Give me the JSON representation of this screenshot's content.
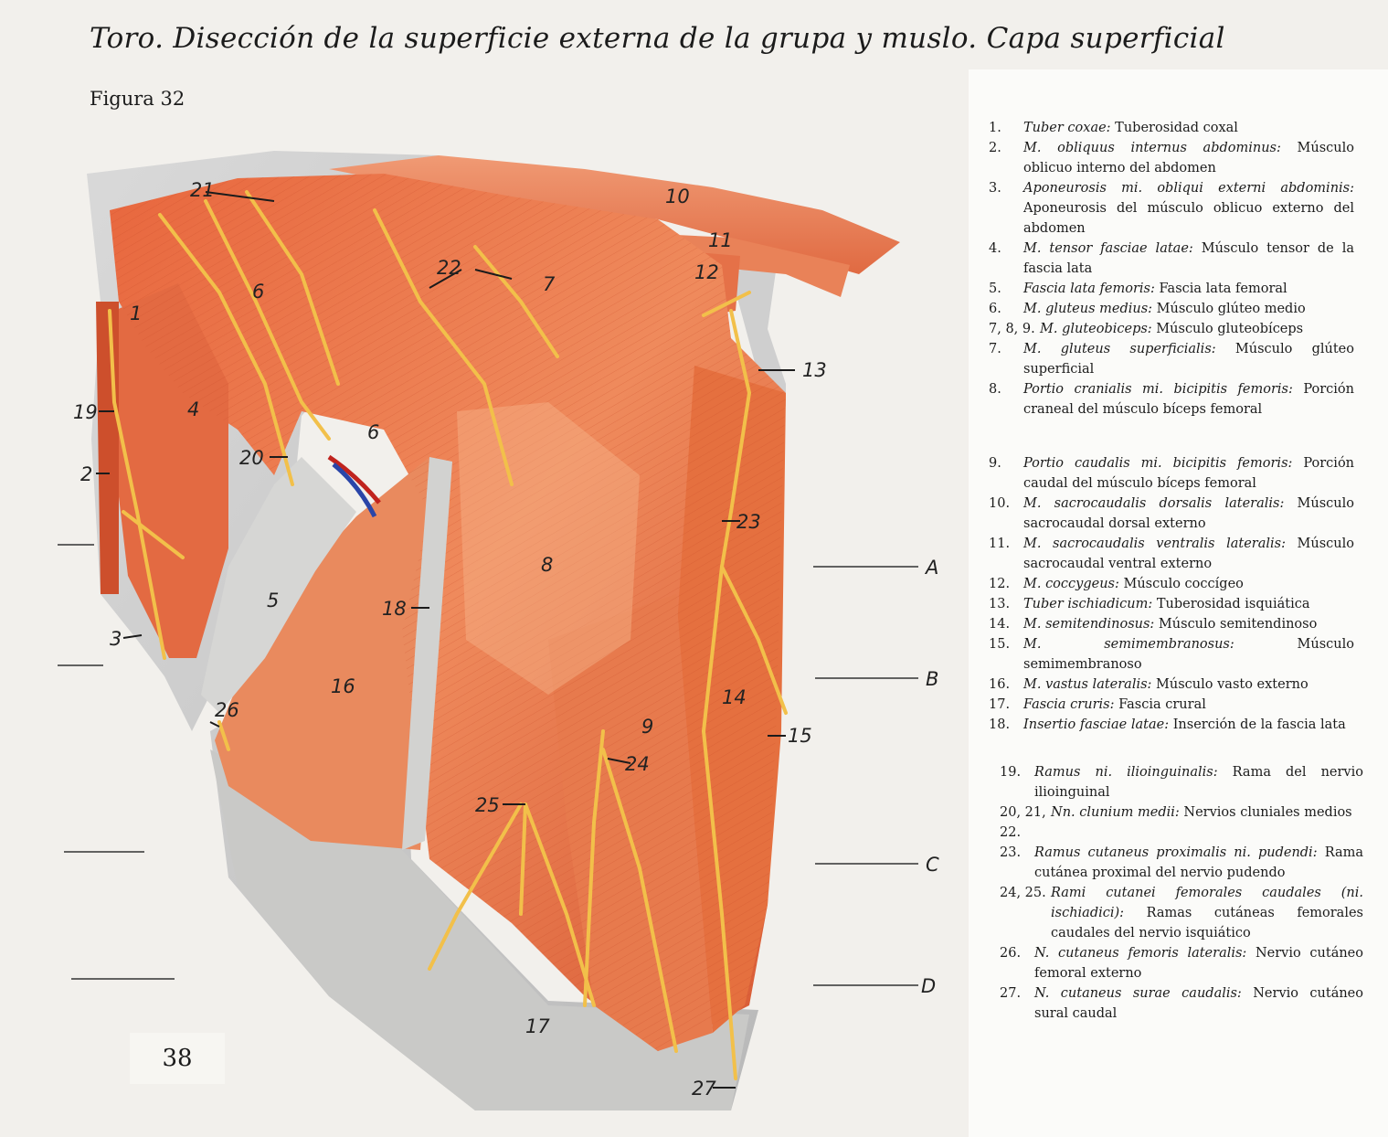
{
  "title": "Toro. Disección de la superficie externa de la grupa y muslo. Capa superficial",
  "figure_label": "Figura 32",
  "page_number": "38",
  "section_letters": [
    "A",
    "B",
    "C",
    "D"
  ],
  "diagram_labels": [
    "1",
    "2",
    "3",
    "4",
    "5",
    "6",
    "6",
    "7",
    "8",
    "9",
    "10",
    "11",
    "12",
    "13",
    "14",
    "15",
    "16",
    "17",
    "18",
    "19",
    "20",
    "21",
    "22",
    "23",
    "24",
    "25",
    "26",
    "27"
  ],
  "legend_group1": [
    {
      "num": "1.",
      "latin": "Tuber coxae:",
      "text": "Tuberosidad coxal"
    },
    {
      "num": "2.",
      "latin": "M. obliquus internus abdominus:",
      "text": "Músculo oblicuo interno del abdomen"
    },
    {
      "num": "3.",
      "latin": "Aponeurosis mi. obliqui externi abdominis:",
      "text": "Aponeurosis del músculo oblicuo externo del abdomen"
    },
    {
      "num": "4.",
      "latin": "M. tensor fasciae latae:",
      "text": "Músculo tensor de la fascia lata"
    },
    {
      "num": "5.",
      "latin": "Fascia lata femoris:",
      "text": "Fascia lata femoral"
    },
    {
      "num": "6.",
      "latin": "M. gluteus medius:",
      "text": "Músculo glúteo medio"
    },
    {
      "num": "7, 8, 9.",
      "latin": "M. gluteobiceps:",
      "text": "Músculo gluteobíceps"
    },
    {
      "num": "7.",
      "latin": "M. gluteus superficialis:",
      "text": "Músculo glúteo superficial"
    },
    {
      "num": "8.",
      "latin": "Portio cranialis mi. bicipitis femoris:",
      "text": "Porción craneal del músculo bíceps femoral"
    }
  ],
  "legend_group2": [
    {
      "num": "9.",
      "latin": "Portio caudalis mi. bicipitis femoris:",
      "text": "Porción caudal del músculo bíceps femoral"
    },
    {
      "num": "10.",
      "latin": "M. sacrocaudalis dorsalis lateralis:",
      "text": "Músculo sacrocaudal dorsal externo"
    },
    {
      "num": "11.",
      "latin": "M. sacrocaudalis ventralis lateralis:",
      "text": "Músculo sacrocaudal ventral externo"
    },
    {
      "num": "12.",
      "latin": "M. coccygeus:",
      "text": "Músculo coccígeo"
    },
    {
      "num": "13.",
      "latin": "Tuber ischiadicum:",
      "text": "Tuberosidad isquiática"
    },
    {
      "num": "14.",
      "latin": "M. semitendinosus:",
      "text": "Músculo semitendinoso"
    },
    {
      "num": "15.",
      "latin": "M. semimembranosus:",
      "text": "Músculo semimembranoso"
    },
    {
      "num": "16.",
      "latin": "M. vastus lateralis:",
      "text": "Músculo vasto externo"
    },
    {
      "num": "17.",
      "latin": "Fascia cruris:",
      "text": "Fascia crural"
    },
    {
      "num": "18.",
      "latin": "Insertio fasciae latae:",
      "text": "Inserción de la fascia lata"
    }
  ],
  "legend_group3": [
    {
      "num": "19.",
      "latin": "Ramus ni. ilioinguinalis:",
      "text": "Rama del nervio ilioinguinal"
    },
    {
      "num": "20, 21, 22.",
      "latin": "Nn. clunium medii:",
      "text": "Nervios cluniales medios"
    },
    {
      "num": "23.",
      "latin": "Ramus cutaneus proximalis ni. pudendi:",
      "text": "Rama cutánea proximal del nervio pudendo"
    },
    {
      "num": "24, 25.",
      "latin": "Rami cutanei femorales caudales (ni. ischiadici):",
      "text": "Ramas cutáneas femorales caudales del nervio isquiático"
    },
    {
      "num": "26.",
      "latin": "N. cutaneus femoris lateralis:",
      "text": "Nervio cutáneo femoral externo"
    },
    {
      "num": "27.",
      "latin": "N. cutaneus surae caudalis:",
      "text": "Nervio cutáneo sural caudal"
    }
  ]
}
